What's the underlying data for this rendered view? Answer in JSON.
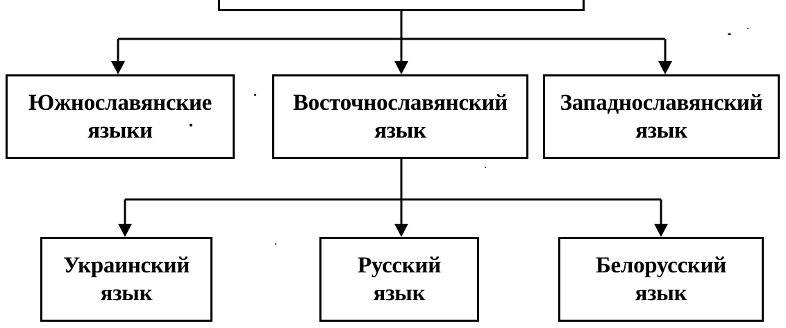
{
  "diagram": {
    "root": {
      "label": ""
    },
    "level1": [
      {
        "line1": "Южнославянские",
        "line2": "языки"
      },
      {
        "line1": "Восточнославянский",
        "line2": "язык"
      },
      {
        "line1": "Западнославянский",
        "line2": "язык"
      }
    ],
    "level2": [
      {
        "line1": "Украинский",
        "line2": "язык"
      },
      {
        "line1": "Русский",
        "line2": "язык"
      },
      {
        "line1": "Белорусский",
        "line2": "язык"
      }
    ],
    "colors": {
      "line": "#000000",
      "background": "#ffffff"
    }
  }
}
